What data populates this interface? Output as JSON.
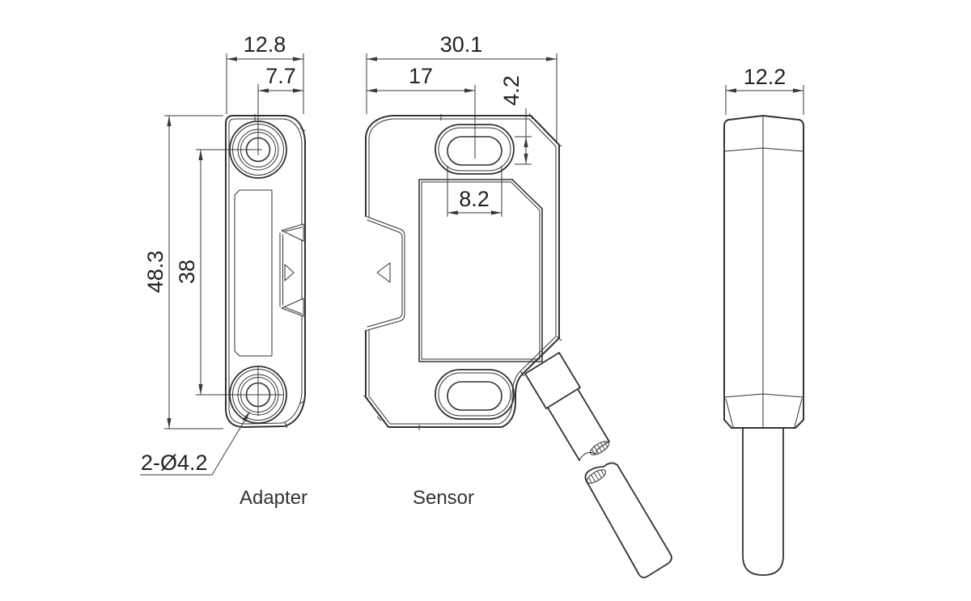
{
  "drawing": {
    "background": "#ffffff",
    "colors": {
      "outline": "#333333",
      "dimension_lines": "#3a3a3a",
      "text": "#222222"
    },
    "views": {
      "adapter": {
        "label": "Adapter",
        "dims": {
          "overall_width": "12.8",
          "hole_center_to_edge": "7.7",
          "overall_height": "48.3",
          "hole_spacing": "38",
          "mounting_holes": "2-Ø4.2"
        }
      },
      "sensor": {
        "label": "Sensor",
        "dims": {
          "overall_width": "30.1",
          "edge_to_slot_center": "17",
          "slot_height": "4.2",
          "slot_width": "8.2"
        }
      },
      "side": {
        "dims": {
          "overall_depth": "12.2"
        }
      }
    }
  }
}
